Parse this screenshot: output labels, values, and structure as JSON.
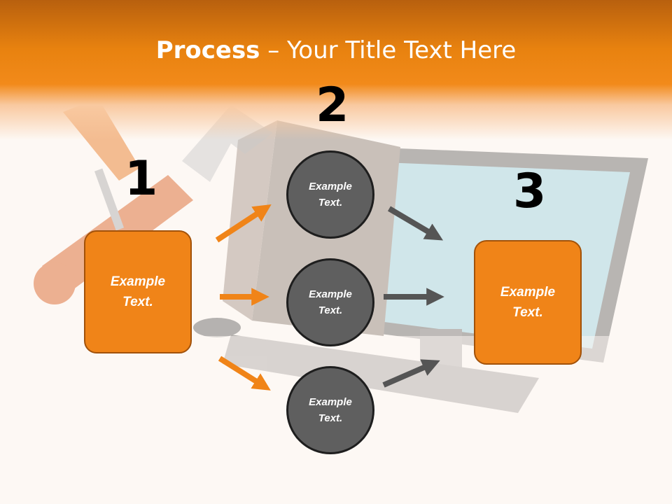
{
  "title": {
    "bold": "Process",
    "rest": " – Your Title Text Here"
  },
  "steps": {
    "one": {
      "number": "1",
      "text": "Example Text."
    },
    "two": {
      "number": "2",
      "items": [
        "Example Text.",
        "Example Text.",
        "Example Text."
      ]
    },
    "three": {
      "number": "3",
      "text": "Example Text."
    }
  },
  "colors": {
    "accent": "#f08418",
    "circle": "#5f5f5f",
    "dark_arrow": "#555555"
  }
}
